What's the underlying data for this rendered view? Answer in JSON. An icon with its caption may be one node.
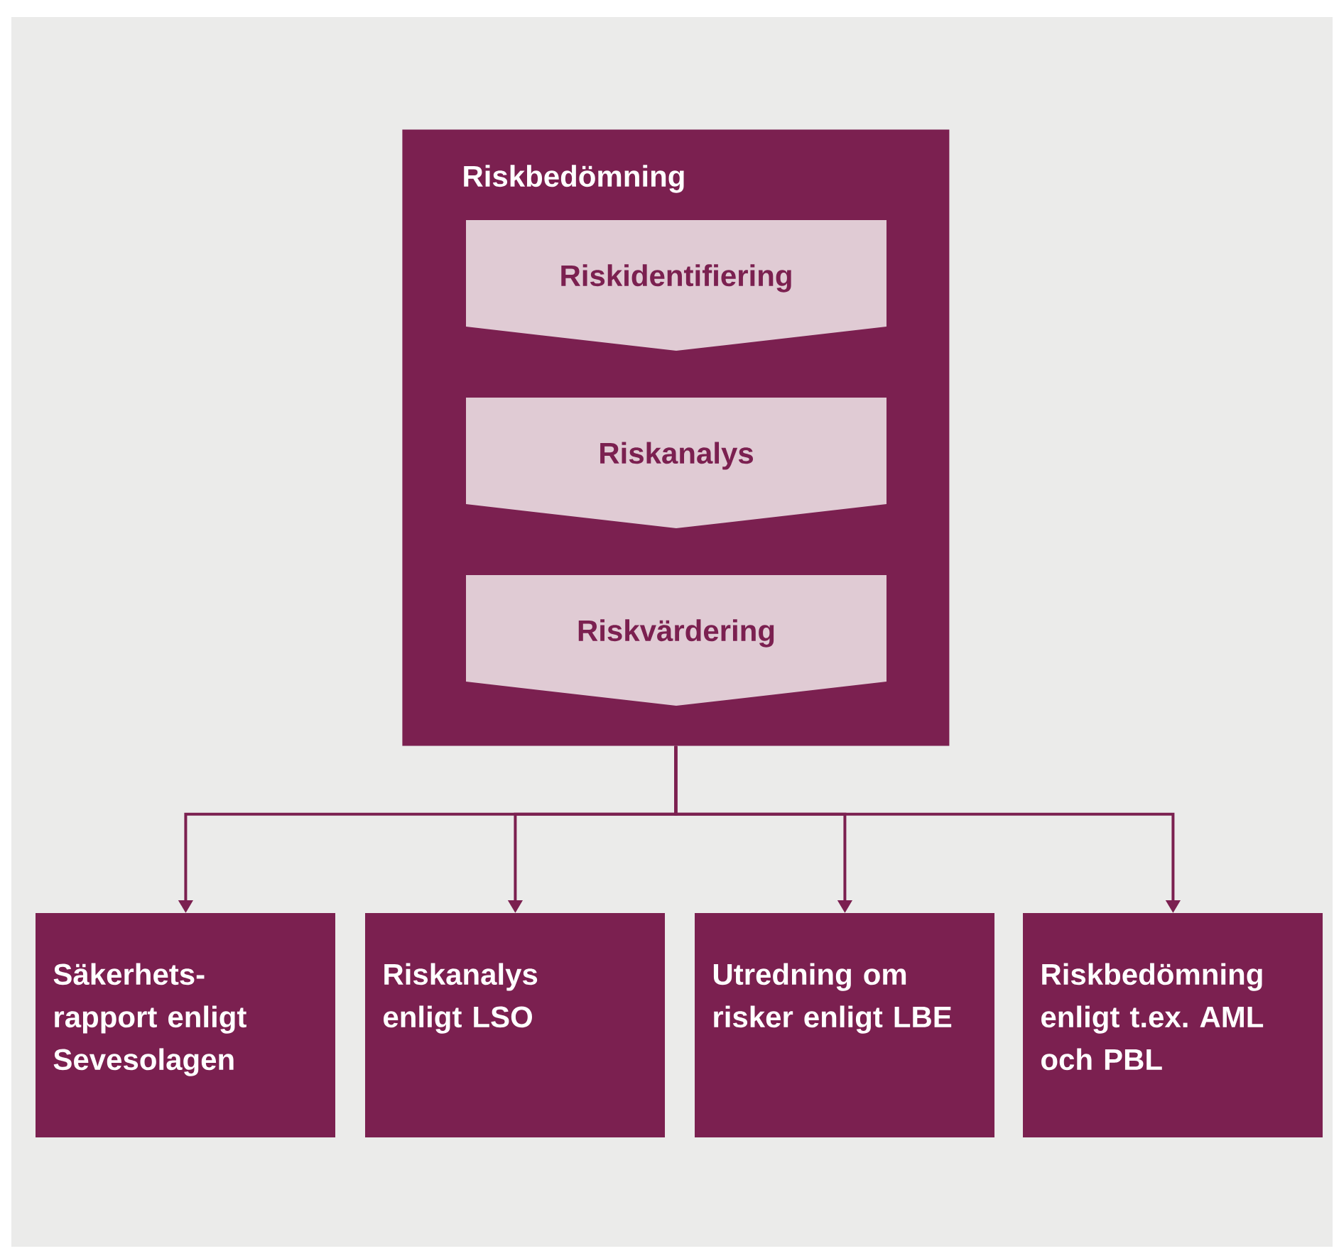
{
  "diagram": {
    "nodes": [
      {
        "text": [
          "Riskbedömning"
        ]
      },
      {
        "text": [
          "Riskidentifiering"
        ],
        "in": 0
      },
      {
        "text": [
          "Riskanalys"
        ],
        "in": 0
      },
      {
        "text": [
          "Riskvärdering"
        ],
        "in": 0
      },
      {
        "text": [
          "Säkerhets-rapport enligt Sevesolagen"
        ]
      },
      {
        "text": [
          "Riskanalys enligt LSO"
        ]
      },
      {
        "text": [
          "Utredning om risker enligt LBE"
        ]
      },
      {
        "text": [
          "Riskbedömning enligt t.ex. AML och PBL"
        ]
      }
    ],
    "edges": [
      {
        "from": 0,
        "to": 4,
        "arrow": "to"
      },
      {
        "from": 0,
        "to": 5,
        "arrow": "to"
      },
      {
        "from": 0,
        "to": 6,
        "arrow": "to"
      },
      {
        "from": 0,
        "to": 7,
        "arrow": "to"
      }
    ]
  }
}
